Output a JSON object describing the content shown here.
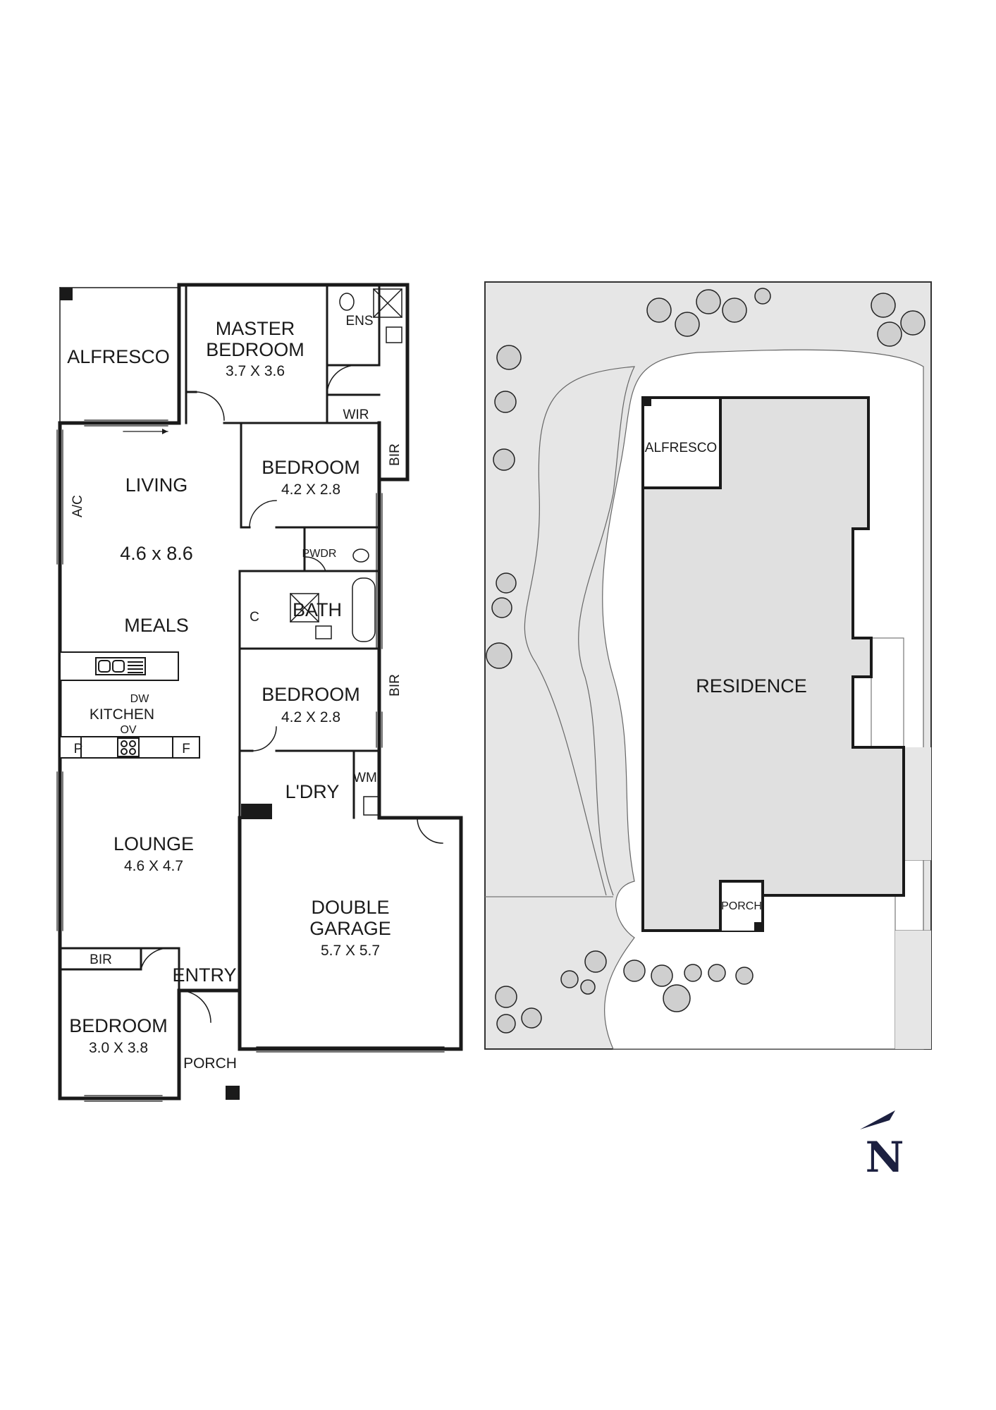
{
  "floor_plan": {
    "alfresco": "ALFRESCO",
    "master_bedroom": {
      "name1": "MASTER",
      "name2": "BEDROOM",
      "size": "3.7 X 3.6"
    },
    "ens": "ENS",
    "wir": "WIR",
    "bir_top": "BIR",
    "bedroom2": {
      "name": "BEDROOM",
      "size": "4.2 X 2.8"
    },
    "living": {
      "name": "LIVING",
      "size": "4.6 x 8.6"
    },
    "ac": "A/C",
    "pwdr": "PWDR",
    "c": "C",
    "bath": "BATH",
    "meals": "MEALS",
    "bir_mid": "BIR",
    "bedroom3": {
      "name": "BEDROOM",
      "size": "4.2 X 2.8"
    },
    "dw": "DW",
    "kitchen": "KITCHEN",
    "ov": "OV",
    "p": "P",
    "f": "F",
    "laundry": "L'DRY",
    "wm": "WM",
    "lounge": {
      "name": "LOUNGE",
      "size": "4.6 X 4.7"
    },
    "garage": {
      "name1": "DOUBLE",
      "name2": "GARAGE",
      "size": "5.7 X 5.7"
    },
    "bir_bottom": "BIR",
    "entry": "ENTRY",
    "bedroom4": {
      "name": "BEDROOM",
      "size": "3.0 X 3.8"
    },
    "porch": "PORCH"
  },
  "site_plan": {
    "alfresco": "ALFRESCO",
    "residence": "RESIDENCE",
    "porch": "PORCH"
  },
  "north": "N",
  "colors": {
    "wall": "#1a1a1a",
    "site_fill": "#e6e6e6",
    "building_fill": "#e0e0e0",
    "north": "#1c2040"
  }
}
